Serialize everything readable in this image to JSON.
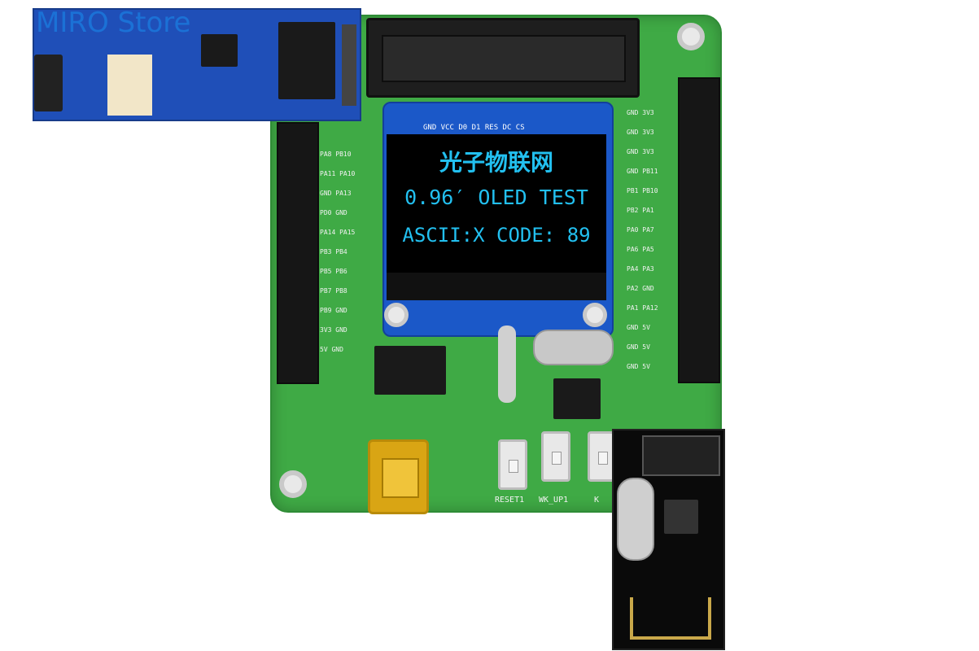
{
  "watermark": "MIRO Store",
  "oled": {
    "pins": "GND VCC D0 D1 RES DC CS",
    "line1": "光子物联网",
    "line2": "0.96′ OLED TEST",
    "line3": "ASCII:X CODE: 89"
  },
  "buttons": [
    "RESET1",
    "WK_UP1",
    "K"
  ],
  "colors": {
    "board": "#3faa45",
    "oled_pcb": "#1b58c8",
    "oled_text": "#22c0f0",
    "blue_module": "#1f4fb8",
    "nrf_module": "#0a0a0a",
    "usb": "#d9a514"
  }
}
